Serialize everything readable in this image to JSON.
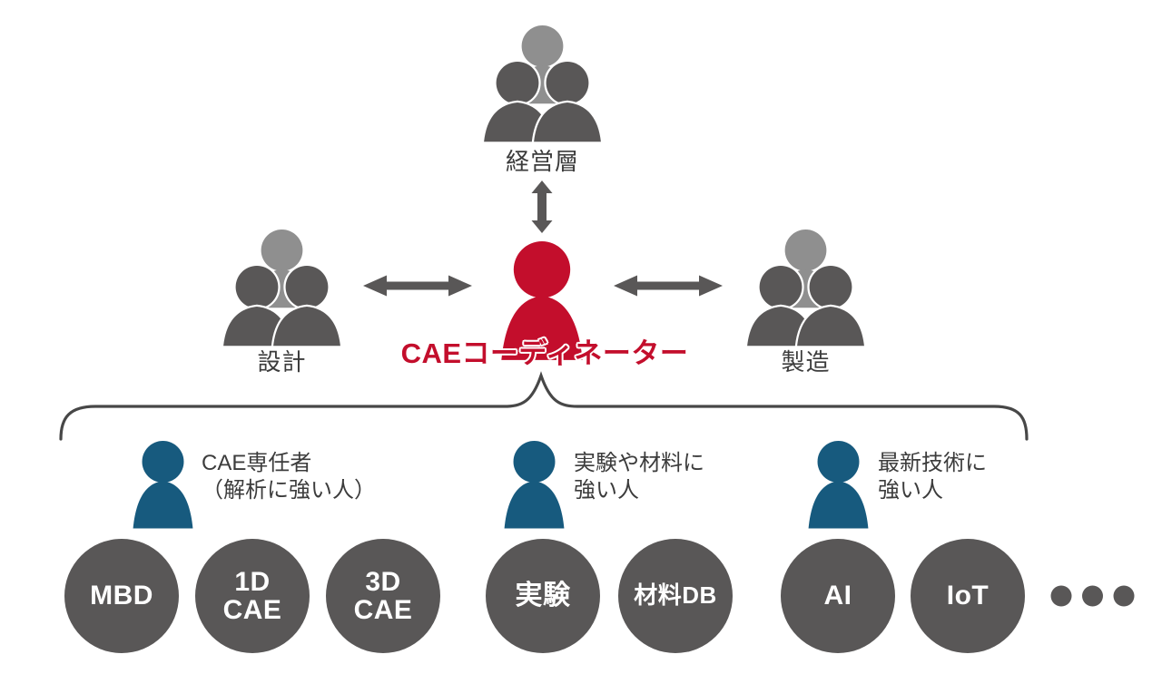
{
  "colors": {
    "red": "#c30e2c",
    "blue": "#175a7e",
    "gray_dark": "#595757",
    "gray_light": "#8f8f8f",
    "line": "#474747",
    "text": "#3c3c3c"
  },
  "top_group": {
    "label": "経営層",
    "icon": "people-group-icon"
  },
  "left_group": {
    "label": "設計",
    "icon": "people-group-icon"
  },
  "right_group": {
    "label": "製造",
    "icon": "people-group-icon"
  },
  "coordinator": {
    "label": "CAEコーディネーター",
    "icon": "person-icon"
  },
  "connectors": {
    "vertical_arrow": "double-arrow-vertical-icon",
    "left_arrow": "double-arrow-horizontal-icon",
    "right_arrow": "double-arrow-horizontal-icon",
    "brace": "curly-brace"
  },
  "specialists": [
    {
      "icon": "person-icon",
      "title_lines": [
        "CAE専任者",
        "（解析に強い人）"
      ],
      "circles": [
        [
          "MBD"
        ],
        [
          "1D",
          "CAE"
        ],
        [
          "3D",
          "CAE"
        ]
      ]
    },
    {
      "icon": "person-icon",
      "title_lines": [
        "実験や材料に",
        "強い人"
      ],
      "circles": [
        [
          "実験"
        ],
        [
          "材料DB"
        ]
      ]
    },
    {
      "icon": "person-icon",
      "title_lines": [
        "最新技術に",
        "強い人"
      ],
      "circles": [
        [
          "AI"
        ],
        [
          "IoT"
        ]
      ]
    }
  ],
  "ellipsis_icon": "ellipsis-dots"
}
